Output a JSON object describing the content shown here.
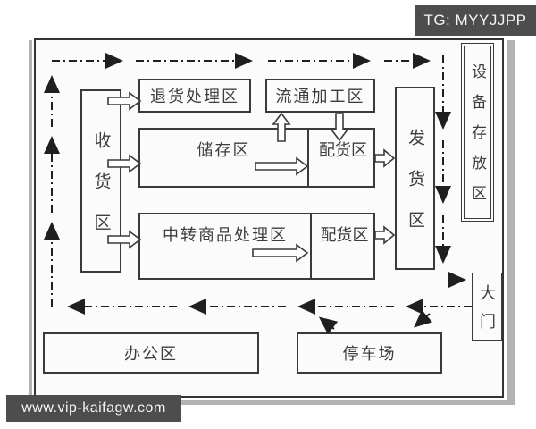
{
  "watermarks": {
    "top_right": "TG: MYYJJPP",
    "bottom_left": "www.vip-kaifagw.com"
  },
  "colors": {
    "watermark_bg": "#4d4d4d",
    "line": "#1f1f1f",
    "box_border": "#3a3a3a"
  },
  "diagram": {
    "title": "warehouse-layout-flow-diagram",
    "areas": {
      "receiving": "收货区",
      "returns": "退货处理区",
      "circulation": "流通加工区",
      "storage": "储存区",
      "picking_upper": "配货区",
      "transit": "中转商品处理区",
      "picking_lower": "配货区",
      "shipping": "发货区",
      "equipment": "设备存放区",
      "gate": "大门",
      "office": "办公区",
      "parking": "停车场"
    }
  }
}
